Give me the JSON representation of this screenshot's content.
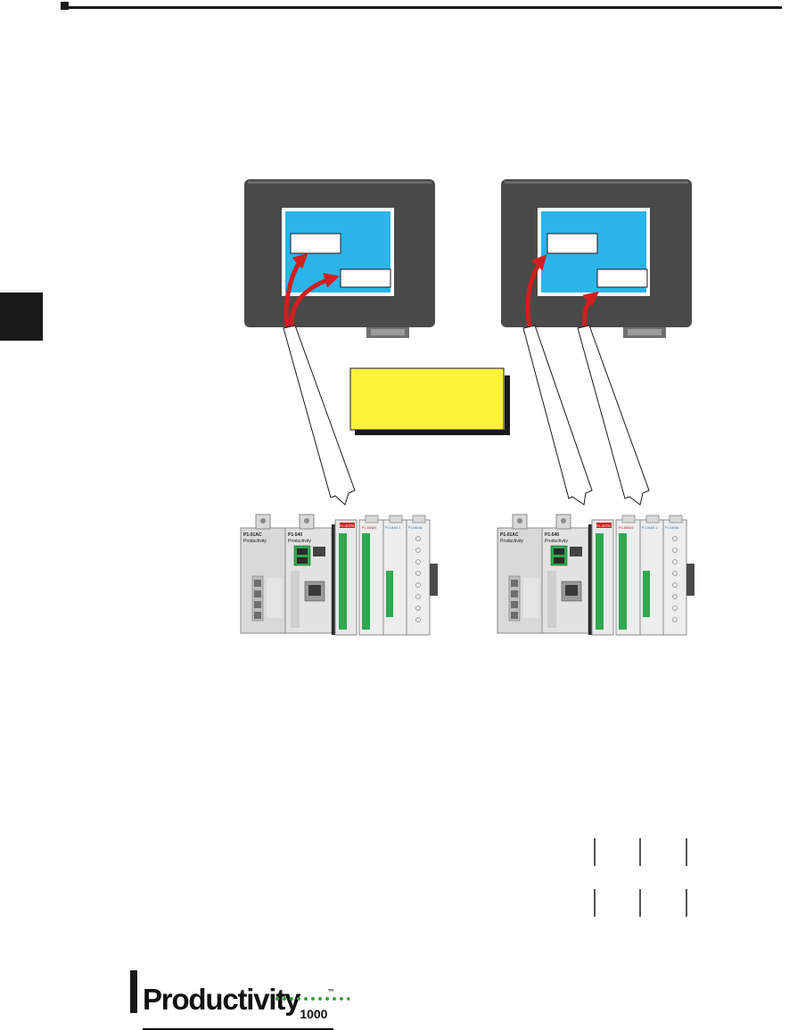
{
  "brand": {
    "logo_word": "Productivity",
    "logo_number": "1000",
    "logo_tm": "™",
    "accent_green": "#3aa23a"
  },
  "colors": {
    "screen": "#2ab4e8",
    "panel": "#4a4a4a",
    "arrow": "#d21e1e",
    "note": "#fff23a",
    "plc_body": "#dcdcdc",
    "terminal_green": "#2fa84f"
  },
  "figure": {
    "left_hmi_tags": [
      "",
      ""
    ],
    "right_hmi_tags": [
      "",
      ""
    ],
    "note_text": "",
    "plc_left": {
      "power_supply_label": "P1-01AC",
      "power_supply_brand": "Productivity",
      "cpu_label": "P1-540",
      "cpu_brand": "Productivity",
      "module_labels": [
        "P1-08TRS",
        "P1-16ND3",
        "P1-04AD-1",
        "P1-04DAL"
      ]
    },
    "plc_right": {
      "power_supply_label": "P1-01AC",
      "power_supply_brand": "Productivity",
      "cpu_label": "P1-540",
      "cpu_brand": "Productivity",
      "module_labels": [
        "P1-08TRS",
        "P1-16ND3",
        "P1-04AD-1",
        "P1-04DAL"
      ]
    }
  }
}
